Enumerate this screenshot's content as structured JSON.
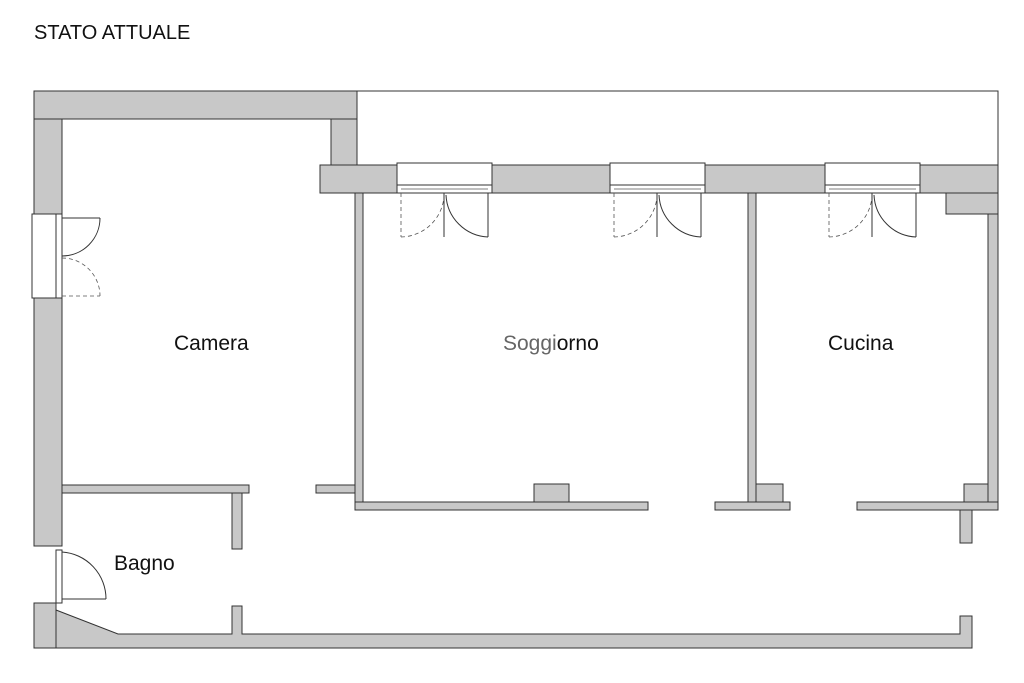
{
  "title": "STATO ATTUALE",
  "rooms": {
    "camera": "Camera",
    "soggiorno_a": "Soggi",
    "soggiorno_b": "orno",
    "cucina": "Cucina",
    "bagno": "Bagno"
  },
  "colors": {
    "wall_fill": "#c8c8c8",
    "wall_stroke": "#333333",
    "background": "#ffffff"
  }
}
